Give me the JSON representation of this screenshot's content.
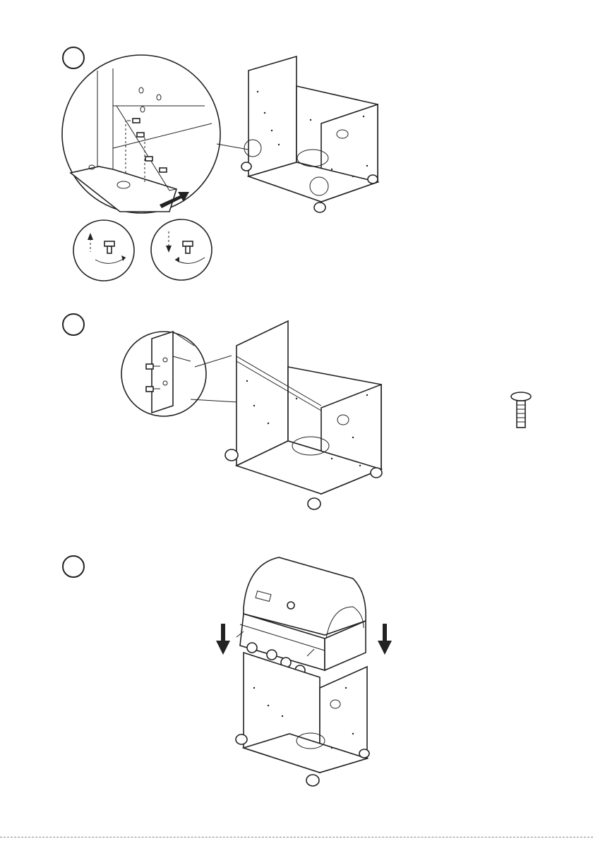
{
  "steps": [
    {
      "id": "step-a",
      "number": ""
    },
    {
      "id": "step-b",
      "number": ""
    },
    {
      "id": "step-c",
      "number": ""
    }
  ],
  "icons": {
    "screw": "screw-icon",
    "arrow_down": "arrow-down-icon",
    "arrow_right": "arrow-right-icon",
    "rotate_cw": "rotate-clockwise-icon",
    "rotate_ccw": "rotate-counterclockwise-icon"
  },
  "colors": {
    "line": "#222222",
    "paper": "#ffffff"
  }
}
